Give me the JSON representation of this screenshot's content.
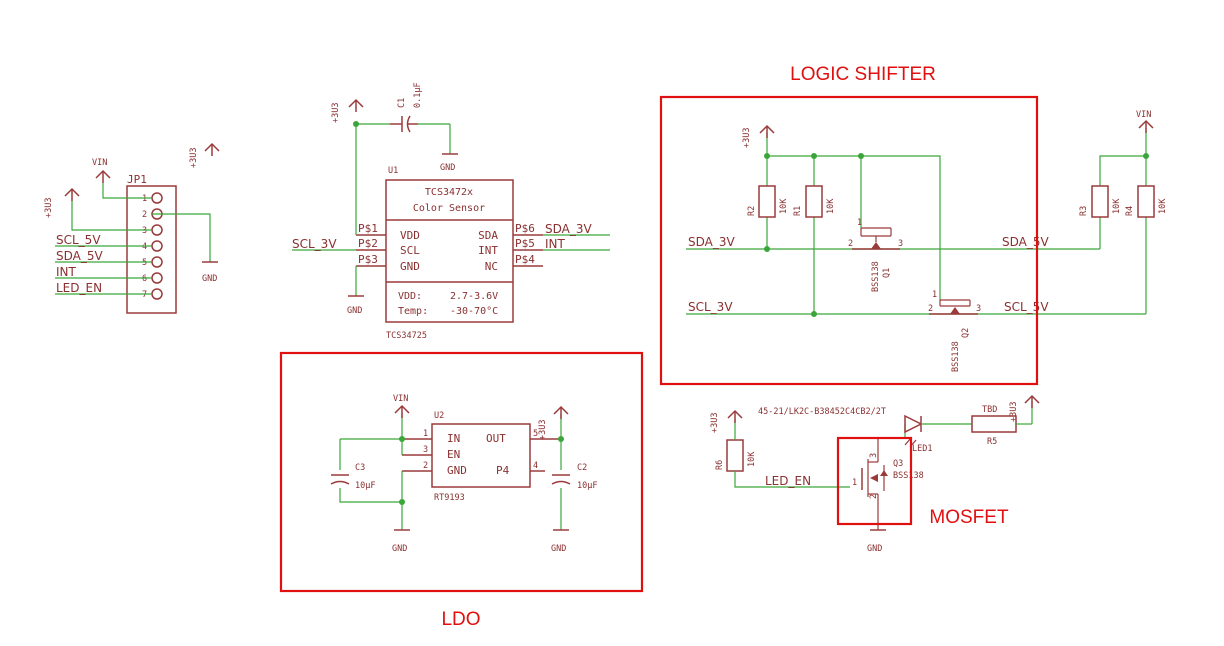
{
  "sections": {
    "logic_shifter": "LOGIC SHIFTER",
    "ldo": "LDO",
    "mosfet": "MOSFET"
  },
  "jp1": {
    "name": "JP1",
    "pins": [
      "1",
      "2",
      "3",
      "4",
      "5",
      "6",
      "7"
    ],
    "nets": [
      "SCL_5V",
      "SDA_5V",
      "INT",
      "LED_EN"
    ],
    "vin": "VIN",
    "v3": "+3U3",
    "gnd": "GND"
  },
  "u1": {
    "ref": "U1",
    "title1": "TCS3472x",
    "title2": "Color Sensor",
    "pins_left": [
      "VDD",
      "SCL",
      "GND"
    ],
    "pins_right": [
      "SDA",
      "INT",
      "NC"
    ],
    "pad_left": [
      "P$1",
      "P$2",
      "P$3"
    ],
    "pad_right": [
      "P$6",
      "P$5",
      "P$4"
    ],
    "vdd_label": "VDD:",
    "vdd_value": "2.7-3.6V",
    "temp_label": "Temp:",
    "temp_value": "-30-70°C",
    "part": "TCS34725",
    "net_scl": "SCL_3V",
    "net_sda": "SDA_3V",
    "net_int": "INT",
    "v3": "+3U3",
    "gnd": "GND",
    "c1_ref": "C1",
    "c1_val": "0.1µF",
    "c1_gnd": "GND"
  },
  "logic_shifter": {
    "v3": "+3U3",
    "vin": "VIN",
    "r1": "R1",
    "r2": "R2",
    "r3": "R3",
    "r4": "R4",
    "r_val": "10K",
    "q1": "Q1",
    "q2": "Q2",
    "q_part": "BSS138",
    "pin1": "1",
    "pin2": "2",
    "pin3": "3",
    "sda_3v": "SDA_3V",
    "scl_3v": "SCL_3V",
    "sda_5v": "SDA_5V",
    "scl_5v": "SCL_5V"
  },
  "ldo": {
    "u2": "U2",
    "pin_in": "IN",
    "pin_en": "EN",
    "pin_gnd": "GND",
    "pin_out": "OUT",
    "pin_p4": "P4",
    "n1": "1",
    "n2": "2",
    "n3": "3",
    "n4": "4",
    "n5": "5",
    "part": "RT9193",
    "vin": "VIN",
    "v3": "+3U3",
    "c3": "C3",
    "c2": "C2",
    "c_val": "10µF",
    "gnd": "GND"
  },
  "mosfet": {
    "led_part": "45-21/LK2C-B38452C4CB2/2T",
    "v3": "+3U3",
    "r6": "R6",
    "r6_val": "10K",
    "net": "LED_EN",
    "q3": "Q3",
    "q3_part": "BSS138",
    "pin1": "1",
    "pin2": "2",
    "pin3": "3",
    "led": "LED1",
    "r5": "R5",
    "r5_val": "TBD",
    "v3b": "+3U3",
    "gnd": "GND"
  }
}
